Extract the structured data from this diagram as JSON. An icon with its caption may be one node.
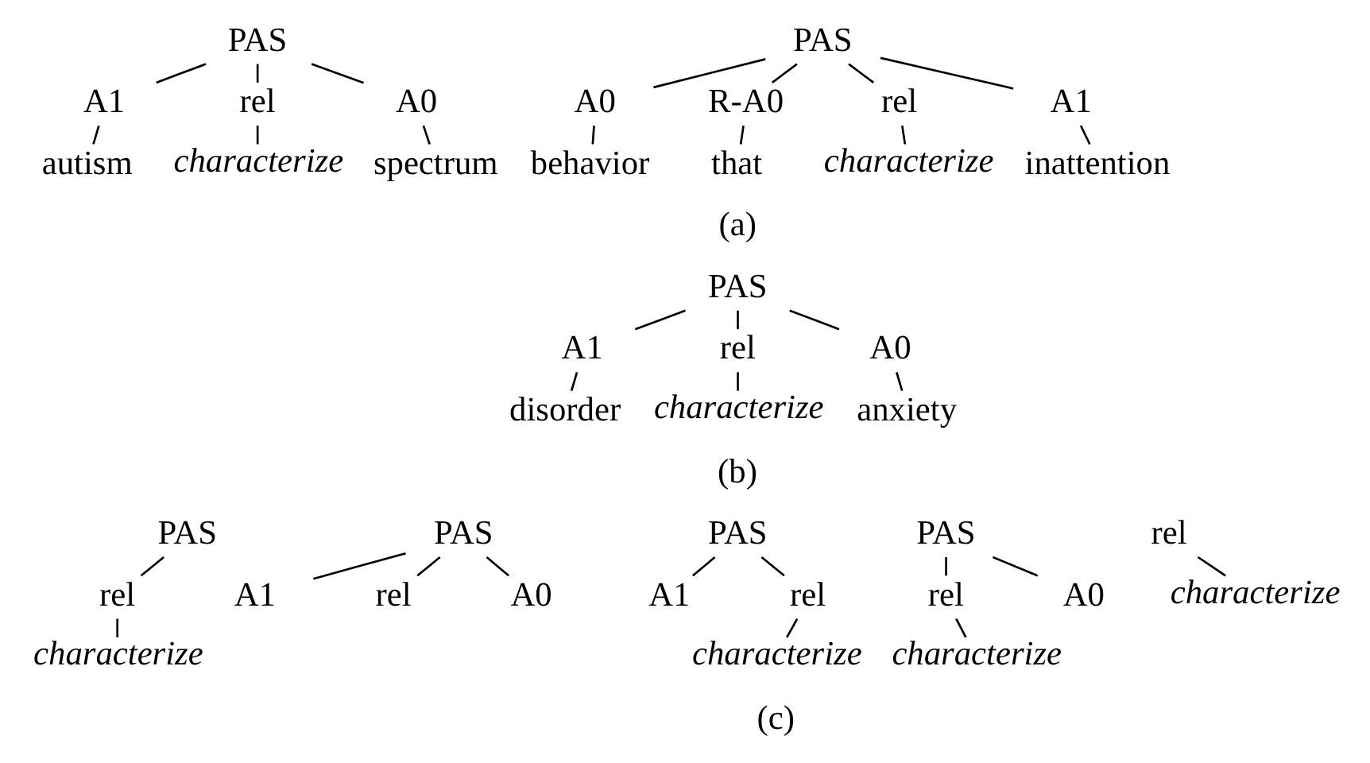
{
  "diagram": {
    "nodes": [
      {
        "text": [
          "PAS"
        ]
      },
      {
        "text": [
          "A1"
        ]
      },
      {
        "text": [
          "rel"
        ]
      },
      {
        "text": [
          "A0"
        ]
      },
      {
        "text": [
          "autism"
        ]
      },
      {
        "text": [
          "characterize"
        ]
      },
      {
        "text": [
          "spectrum"
        ]
      },
      {
        "text": [
          "PAS"
        ]
      },
      {
        "text": [
          "A0"
        ]
      },
      {
        "text": [
          "R-A0"
        ]
      },
      {
        "text": [
          "rel"
        ]
      },
      {
        "text": [
          "A1"
        ]
      },
      {
        "text": [
          "behavior"
        ]
      },
      {
        "text": [
          "that"
        ]
      },
      {
        "text": [
          "characterize"
        ]
      },
      {
        "text": [
          "inattention"
        ]
      },
      {
        "text": [
          "PAS"
        ]
      },
      {
        "text": [
          "A1"
        ]
      },
      {
        "text": [
          "rel"
        ]
      },
      {
        "text": [
          "A0"
        ]
      },
      {
        "text": [
          "disorder"
        ]
      },
      {
        "text": [
          "characterize"
        ]
      },
      {
        "text": [
          "anxiety"
        ]
      },
      {
        "text": [
          "PAS"
        ]
      },
      {
        "text": [
          "rel"
        ]
      },
      {
        "text": [
          "characterize"
        ]
      },
      {
        "text": [
          "PAS"
        ]
      },
      {
        "text": [
          "A1"
        ]
      },
      {
        "text": [
          "rel"
        ]
      },
      {
        "text": [
          "A0"
        ]
      },
      {
        "text": [
          "PAS"
        ]
      },
      {
        "text": [
          "A1"
        ]
      },
      {
        "text": [
          "rel"
        ]
      },
      {
        "text": [
          "characterize"
        ]
      },
      {
        "text": [
          "PAS"
        ]
      },
      {
        "text": [
          "rel"
        ]
      },
      {
        "text": [
          "A0"
        ]
      },
      {
        "text": [
          "characterize"
        ]
      },
      {
        "text": [
          "rel"
        ]
      },
      {
        "text": [
          "characterize"
        ]
      }
    ],
    "edges": [
      {
        "from": 0,
        "to": 1,
        "arrow": "none"
      },
      {
        "from": 0,
        "to": 2,
        "arrow": "none"
      },
      {
        "from": 0,
        "to": 3,
        "arrow": "none"
      },
      {
        "from": 1,
        "to": 4,
        "arrow": "none"
      },
      {
        "from": 2,
        "to": 5,
        "arrow": "none"
      },
      {
        "from": 3,
        "to": 6,
        "arrow": "none"
      },
      {
        "from": 7,
        "to": 8,
        "arrow": "none"
      },
      {
        "from": 7,
        "to": 9,
        "arrow": "none"
      },
      {
        "from": 7,
        "to": 10,
        "arrow": "none"
      },
      {
        "from": 7,
        "to": 11,
        "arrow": "none"
      },
      {
        "from": 8,
        "to": 12,
        "arrow": "none"
      },
      {
        "from": 9,
        "to": 13,
        "arrow": "none"
      },
      {
        "from": 10,
        "to": 14,
        "arrow": "none"
      },
      {
        "from": 11,
        "to": 15,
        "arrow": "none"
      },
      {
        "from": 16,
        "to": 17,
        "arrow": "none"
      },
      {
        "from": 16,
        "to": 18,
        "arrow": "none"
      },
      {
        "from": 16,
        "to": 19,
        "arrow": "none"
      },
      {
        "from": 17,
        "to": 20,
        "arrow": "none"
      },
      {
        "from": 18,
        "to": 21,
        "arrow": "none"
      },
      {
        "from": 19,
        "to": 22,
        "arrow": "none"
      },
      {
        "from": 23,
        "to": 24,
        "arrow": "none"
      },
      {
        "from": 24,
        "to": 25,
        "arrow": "none"
      },
      {
        "from": 26,
        "to": 27,
        "arrow": "none"
      },
      {
        "from": 26,
        "to": 28,
        "arrow": "none"
      },
      {
        "from": 26,
        "to": 29,
        "arrow": "none"
      },
      {
        "from": 30,
        "to": 31,
        "arrow": "none"
      },
      {
        "from": 30,
        "to": 32,
        "arrow": "none"
      },
      {
        "from": 32,
        "to": 33,
        "arrow": "none"
      },
      {
        "from": 34,
        "to": 35,
        "arrow": "none"
      },
      {
        "from": 34,
        "to": 36,
        "arrow": "none"
      },
      {
        "from": 35,
        "to": 37,
        "arrow": "none"
      },
      {
        "from": 38,
        "to": 39,
        "arrow": "none"
      }
    ],
    "labels": [
      "(a)",
      "(b)",
      "(c)"
    ]
  }
}
